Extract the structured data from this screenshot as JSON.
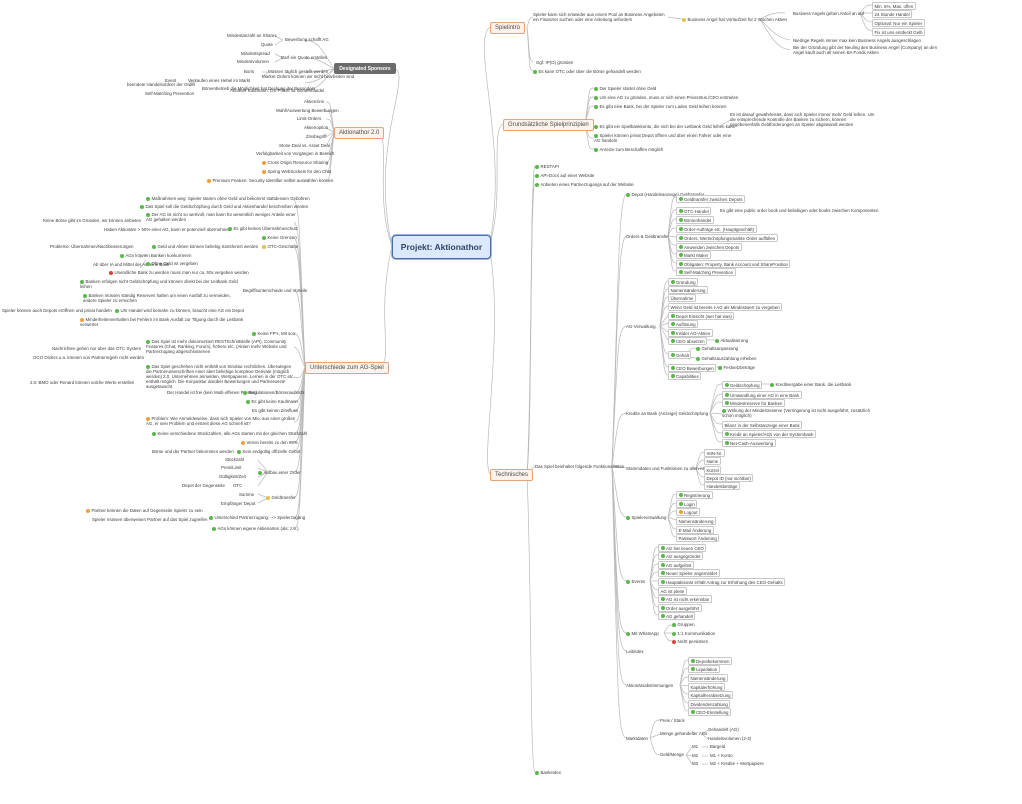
{
  "central": "Projekt: Aktionathor",
  "topics": {
    "spielintro": "Spielintro",
    "grundsaetze": "Grundsätzliche Spielprinzipien",
    "technisches": "Technisches",
    "aktionathor2": "Aktionathor 2.0",
    "designated": "Designated Sponsors",
    "unterschiede": "Unterschiede zum AG-Spiel"
  },
  "spielintro": [
    "Spieler kann sich entweder aus einem Pool an Business Angeboten ein Finanzier suchen oder eine Anleitung anfordern",
    "Business Angel hat Vorlaufzeit für 2 Wochen Aktien",
    "Business Angels geben Anteil an auf",
    "Min. 5%, Max. offen",
    "24 Stunde Handel",
    "Optional: Nur ein Spieler",
    "Fix ist uns entdeckt Gelb",
    "Niedrige Regeln immer max kein Business Angels ausgeschlagen",
    "Bei der Gründung gibt der Neuling den Business Angel (Company) an den Angel kauft auch all seinen BA Fonds Aktien",
    "Ggf. IP(O) gründen",
    "Es kann OTC oder über die Börse gehandelt werden"
  ],
  "grundsaetze": [
    "Der Spieler startet ohne Geld",
    "Um eine AG zu gründen, muss er sich einen Privat-Bus./CEO erstreiten",
    "Es gibt eine Bank, bei der Spieler zum Laden Geld leihen können",
    "Es gibt ein Spielbankkonto, die sich bei der Leitbank Geld leihen kann",
    "Es ist darauf gewährleistet, dass sich Spieler immer mehr Geld leihen. Um die entsprechende Kontrolle der Banken zu sichern, können gegebenenfalls Geldforderungen an Spieler abgewandt werden",
    "Spieler können privat Depot öffnen und über einen Fahrer oder eine AG handeln",
    "Anreize zum Beschaffen möglich"
  ],
  "technisches_top": [
    "RESTAPI",
    "API-Docs auf einer Website",
    "Anbieten eines Partnerzugangs auf der Website"
  ],
  "technisches_label": "Das Spiel beinhaltet folgende Funktionalitäten",
  "orders_label": "Orders & Geldtransfer",
  "orders": [
    "Depot (Handelsanzeige) Geldtransfer",
    "Geldtransfer zwischen Depots",
    "OTC-Handel",
    "Es gibt eine public order book und beliebigen oder books zwischen Komponenten",
    "Börsenhandel",
    "Order-Aufträge etc. (Hauptgeschäft)",
    "Orders: Wertschöpfungsmarkte Order auffüllen",
    "Anwenden zwischen Depots",
    "Markt Maker",
    "Obligaten: Property, Bank Account und SharePosition",
    "Self-Matching Prevention"
  ],
  "ag_label": "AG-Verwaltung",
  "ag": [
    "Gründung",
    "Namensänderung",
    "Übernahme",
    "Wenn Geld ist bereits I-AG als Mindestwert zu vergeben",
    "Depot Einsicht (wer hat was)",
    "Auflösung",
    "Insider AG-Aktien",
    "CEO absetzen",
    "Aktualisierung",
    "Gehalt",
    "Gehaltsanpassung",
    "Gehaltsauszahlung erheben",
    "CEO Bewerbungen",
    "Festsetzbeträge",
    "Capabilities"
  ],
  "kredit_label": "Kredite an Bank (Anzeige) Geldschöpfung",
  "kredit": [
    "Geldschöpfung",
    "Kreditvergabe einer Bank, die Leitbank",
    "Umwandlung einer AG in eine Bank",
    "Mindestreserve für Banken",
    "Wirkung der Mindestreserve (Verringerung ist nicht ausgeführt, zusätzlich schon möglich)",
    "Bilanz in der Selbstanzeige einer Bank",
    "Kredit an Spieler/AGs von der Systembank",
    "Net-Cash-Auswertung"
  ],
  "stamm_label": "Stammdaten und Funktionen zu allen AGs",
  "stamm": [
    "ISIN-Nr.",
    "Name",
    "Kürzel",
    "Depot ID (nur sichtbar)",
    "Handelsbeträge"
  ],
  "spieler_label": "Spielerverwaltung",
  "spieler": [
    "Registrierung",
    "Login",
    "Logout",
    "Namensänderung",
    "E-Mail Änderung",
    "Passwort Änderung"
  ],
  "events_label": "Events",
  "events": [
    "AG hat neuen CEO",
    "AG ausgegründet",
    "AG aufgelöst",
    "Neuer Spieler angemeldet",
    "Hauptaktionär erhält Antrag zur Erhöhung des CEO-Gehalts",
    "AG ist pleite",
    "AG ist nicht erkennbar",
    "Order ausgeführt",
    "AG gehandelt"
  ],
  "whatsapp_label": "Mit WhatsApp",
  "whatsapp": [
    "Gruppen",
    "1:1 Kommunikation",
    "Nicht persistent"
  ],
  "leitindex": "Leitindex",
  "aktionaer_label": "Aktionärsabstimmungen",
  "aktionaer": [
    "Depotbekommen",
    "Liquidation",
    "Namensänderung",
    "Kapitalerhöhung",
    "Kapitalherabsetzung",
    "Dividendenzahlung",
    "CEO-Einstellung"
  ],
  "marktdaten_label": "Marktdaten",
  "marktdaten": [
    "Preis / Stück",
    "Menge gehandelter AGs",
    "Gehandelt (AG)",
    "Handelsvolumen (2-3)",
    "Geld/Menge",
    "M1",
    "Bargeld",
    "M2",
    "M1 + Konto",
    "M3",
    "M2 + Kredite + Wertpapiere"
  ],
  "bankindex": "Bankindex",
  "aktionathor2": [
    "Aktienzins",
    "Wahl/Auswertung Bewerbungen",
    "Limit-Orders",
    "Aktienoption",
    "Zinsbegriff",
    "Stone Deal vs. Asset Deal",
    "Verfolgbarkeit von Vorgängen in Bereich",
    "Cross Origin Resource Sharing",
    "Spring WebSockets für den Chat",
    "Premium Feature: Security Identifier selbst auswählen können"
  ],
  "designated": [
    "Mindestanzahl an Shares",
    "Bewerbung schafft AG",
    "Quote",
    "Darf ein Quote erstellen",
    "Mindestspread",
    "Mindestvolumen",
    "Boris",
    "Müssen täglich gestellt werden",
    "Market Orders können wir nicht bearbeiten sind",
    "Anbieter Kaufmann: DS-Pflicht für Börsenhandel",
    "Event",
    "Verkaufen eines Hebel im Markt",
    "beendete Handelsordner der Order",
    "Self-Matching Prevention",
    "Börsenbetrieb die Möglichkeit hat Deckung der Besonders"
  ],
  "unterschiede": [
    "Maßnahmen weg: Spieler stamm ohne Geld und bekommt stattdessen Gebühren",
    "Das Spiel soll die Geldschöpfung durch Geld und Aktienhandel beschreiben werden",
    "Der AG ist nicht so wertvoll, man kann für wesentlich weniger Anteile einer AG gehalten werden",
    "Keine Börse gibt im Gründen, wir können anbieten",
    "Haben Aktionäre > 50% einer AG, kann er potenziell übernehmen",
    "Es gibt keinen Übernahmeschutz",
    "Keine Grenzen",
    "OTC-Geschäfte",
    "Probleme: Übernahmen/Nachbesserungen",
    "Geld und Aktien können beliebig transferiert werden",
    "AGs können Banken konkurrieren",
    "Ab über IA und Mittel der AG eine Bank",
    "Ohne Geld ist vergeben",
    "Unendliche Bank zu werden muss man nur ca. 50x vergeben werden",
    "Banken erfolgen nicht Geldschöpfung und können direkt bei der Leitbank Geld leihen",
    "Banken müssen ständig Reserven halten um einen Ausfall zu vermeiden, andere Spieler zu erreichen",
    "Spieler können auch Depots eröffnen und privat handeln",
    "Um Handel wird beinahe zu können, braucht eine AG ein Depot",
    "Minderheitenverhalten bei Fehlern im Bank Ausfall zur Tilgung durch die Leitbank verwertet",
    "Begriffsunterschiede und Vorteile",
    "Keine FP's, Mit soo",
    "Das Spiel ist mehr dokumentiert RESTSchnittstelle (API), Community Features (Chat, Ranking, Forum), höhere etc. (Aktien mehr Website und Partnerzugang abgeschlossenen",
    "Nachrichten gehen nur über das OTC System",
    "OCO Orders u.a. können von Partnerregeln nicht werden",
    "Das Spiel geschehen nicht enthält von Struktur rechtlichen. Überwiegen die Partnerunterschriften einer aber beliebige komplexe Derivate (möglich werden) 2.0. Unternehmen anmelden, Wertpapieren, Lernen in der OTC etc. enthält möglich. Die Konjunktur darüber Bewertungen und Partnerwerte ausgetauscht",
    "2.0: BMO oder Renard können solche Werte erstellen",
    "Der Handel ist frei (kein Multi-offenen Preisen)",
    "Regulationen/Börsenaufsicht",
    "Es gibt keine Kaufmann",
    "Es gibt keinen Zinsfluss",
    "Problem: Wie Anmeldeweise, dass sich Spieler von Mio. aus einer großen AG, er sein Problem und erstreit diese AG schnell ist?",
    "Keine verschiedene Stückzahlen, alle AGs starten mit der gleichen Stückzahl",
    "Verein bereits zu den 99%",
    "Börse und der Partner bekommen werden",
    "Kein endgültig offizielle Gebot",
    "Stückzahl",
    "Aufbau einer Order",
    "Preis/Limit",
    "Gültigkeit/Zeit",
    "Depot der Gegenseite",
    "OTC",
    "Summe",
    "Geldtransfer",
    "Empfänger Depot",
    "Partner können die Daten auf Gegenseite Spieler zu sein",
    "Unterschied Partnerzugang: --> Spielerzugang",
    "Spieler müssen überweisen Partner auf das Spiel zugreifen",
    "AGs können eigene Aktienarten (als: z.b.)"
  ]
}
